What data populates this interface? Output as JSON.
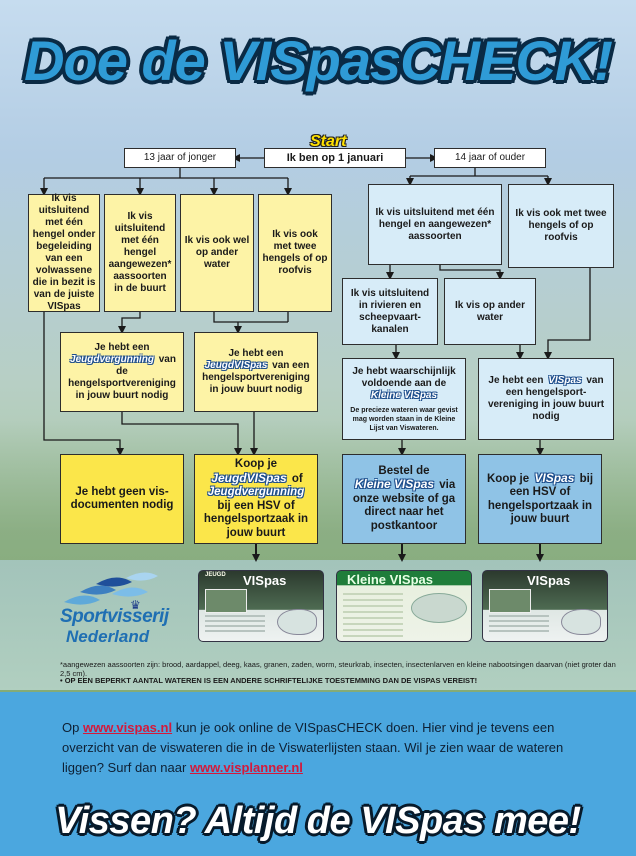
{
  "title": "Doe de VISpasCHECK!",
  "start_label": "Start",
  "nodes": {
    "start": "Ik ben op 1 januari",
    "young": "13 jaar of jonger",
    "old": "14 jaar of ouder",
    "y1": "Ik vis uitsluitend met één hengel onder begeleiding van een volwassene die in bezit is van de juiste VISpas",
    "y2": "Ik vis uitsluitend met één hengel aangewezen* aassoorten in de buurt",
    "y3": "Ik vis ook wel op ander water",
    "y4": "Ik vis ook met twee hengels of op roofvis",
    "o1": "Ik vis uitsluitend met één hengel en aangewezen* aassoorten",
    "o2": "Ik vis ook met twee hengels of op roofvis",
    "o3": "Ik vis uitsluitend in rivieren en scheepvaart-kanalen",
    "o4": "Ik vis op ander water",
    "r1_pre": "Je hebt een",
    "r1_brand": "Jeugdvergunning",
    "r1_post": "van de hengelsportvereniging in jouw buurt nodig",
    "r2_pre": "Je hebt een",
    "r2_brand": "JeugdVISpas",
    "r2_post": "van een hengelsportvereniging in jouw buurt nodig",
    "r3_pre": "Je hebt waarschijnlijk voldoende aan de",
    "r3_brand": "Kleine VISpas",
    "r3_small": "De precieze wateren waar gevist mag worden staan in de Kleine Lijst van Viswateren.",
    "r4_pre": "Je hebt een",
    "r4_brand": "VISpas",
    "r4_post": "van een hengelsport-vereniging in jouw buurt nodig",
    "f1": "Je hebt geen vis-documenten nodig",
    "f2_pre": "Koop je",
    "f2_brand1": "JeugdVISpas",
    "f2_mid": "of",
    "f2_brand2": "Jeugdvergunning",
    "f2_post": "bij een HSV of hengelsportzaak in jouw buurt",
    "f3_pre": "Bestel de",
    "f3_brand": "Kleine VISpas",
    "f3_post": "via onze website of ga direct naar het postkantoor",
    "f4_pre": "Koop je",
    "f4_brand": "VISpas",
    "f4_post": "bij een HSV of hengelsportzaak in jouw buurt"
  },
  "cards": {
    "c1_top": "JEUGD",
    "c1_title": "VISpas",
    "c2_title": "Kleine VISpas",
    "c3_title": "VISpas"
  },
  "logo": {
    "line1": "Sportvisserij",
    "line2": "Nederland"
  },
  "footnotes": {
    "n1": "*aangewezen aassoorten zijn: brood, aardappel, deeg, kaas, granen, zaden, worm, steurkrab, insecten, insectenlarven en kleine nabootsingen daarvan (niet groter dan 2,5 cm).",
    "n2": "• OP EEN BEPERKT AANTAL WATEREN IS EEN ANDERE SCHRIFTELIJKE TOESTEMMING DAN DE VISPAS VEREIST!"
  },
  "promo": {
    "p1": "Op",
    "link1": "www.vispas.nl",
    "p2": "kun je ook online de VISpasCHECK doen. Hier vind je tevens een overzicht van de viswateren die in de Viswaterlijsten staan. Wil je zien waar de wateren liggen? Surf dan naar",
    "link2": "www.visplanner.nl"
  },
  "slogan": "Vissen? Altijd de VISpas mee!",
  "colors": {
    "title": "#2f9bd6",
    "start": "#ffe100",
    "yellow_light": "#fdf3a6",
    "yellow_dark": "#fbe64a",
    "blue_light": "#d7ecf8",
    "blue_dark": "#8fc3e6",
    "band": "#4ba7df",
    "link": "#d4193b"
  }
}
